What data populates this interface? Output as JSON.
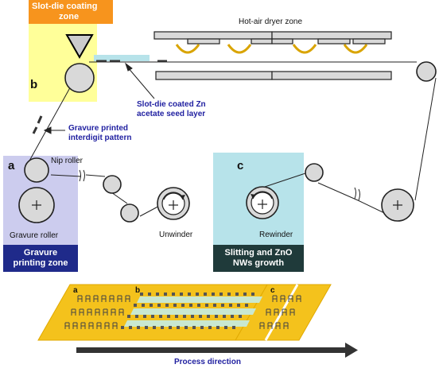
{
  "zones": {
    "slot_die": {
      "title_line1": "Slot-die coating",
      "title_line2": "zone",
      "letter": "b"
    },
    "gravure": {
      "title_line1": "Gravure",
      "title_line2": "printing zone",
      "letter": "a"
    },
    "slitting": {
      "title_line1": "Slitting and ZnO",
      "title_line2": "NWs growth",
      "letter": "c"
    },
    "dryer": {
      "title": "Hot-air dryer zone"
    }
  },
  "labels": {
    "seed_line1": "Slot-die coated Zn",
    "seed_line2": "acetate seed layer",
    "gravure_line1": "Gravure printed",
    "gravure_line2": "interdigit pattern",
    "nip_roller": "Nip roller",
    "gravure_roller": "Gravure roller",
    "unwinder": "Unwinder",
    "rewinder": "Rewinder"
  },
  "strip": {
    "letter_a": "a",
    "letter_b": "b",
    "letter_c": "c"
  },
  "process": {
    "label": "Process direction"
  },
  "colors": {
    "slot_die_header": "#f7941d",
    "slot_die_bg": "#ffff99",
    "gravure_bg": "#ccccee",
    "gravure_header": "#1f2a8a",
    "slitting_bg": "#b7e3ea",
    "slitting_header": "#1f3a3a",
    "label_blue": "#1f1fa0",
    "strip_yellow": "#f4c21c",
    "seed_green": "#c9e8d0",
    "arrow_dark": "#333333"
  }
}
